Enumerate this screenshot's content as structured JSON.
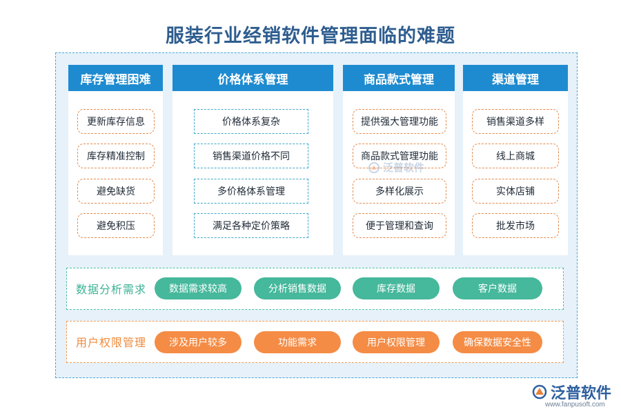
{
  "title": "服装行业经销软件管理面临的难题",
  "columns": [
    {
      "header": "库存管理困难",
      "items": [
        "更新库存信息",
        "库存精准控制",
        "避免缺货",
        "避免积压"
      ]
    },
    {
      "header": "价格体系管理",
      "items": [
        "价格体系复杂",
        "销售渠道价格不同",
        "多价格体系管理",
        "满足各种定价策略"
      ]
    },
    {
      "header": "商品款式管理",
      "items": [
        "提供强大管理功能",
        "商品款式管理功能",
        "多样化展示",
        "便于管理和查询"
      ]
    },
    {
      "header": "渠道管理",
      "items": [
        "销售渠道多样",
        "线上商城",
        "实体店铺",
        "批发市场"
      ]
    }
  ],
  "bands": [
    {
      "label": "数据分析需求",
      "items": [
        "数据需求较高",
        "分析销售数据",
        "库存数据",
        "客户数据"
      ]
    },
    {
      "label": "用户权限管理",
      "items": [
        "涉及用户较多",
        "功能需求",
        "用户权限管理",
        "确保数据安全性"
      ]
    }
  ],
  "watermark": {
    "text": "泛普软件"
  },
  "brand": {
    "name": "泛普软件",
    "url": "www.fanpusoft.com"
  },
  "colors": {
    "column_header": "#1e8bd0",
    "outer_bg": "#e6f1fa",
    "teal": "#46b89c",
    "orange": "#f58c45",
    "title": "#2e5d8f"
  },
  "icons": {
    "brand_logo": "fanpu-logo-icon"
  }
}
